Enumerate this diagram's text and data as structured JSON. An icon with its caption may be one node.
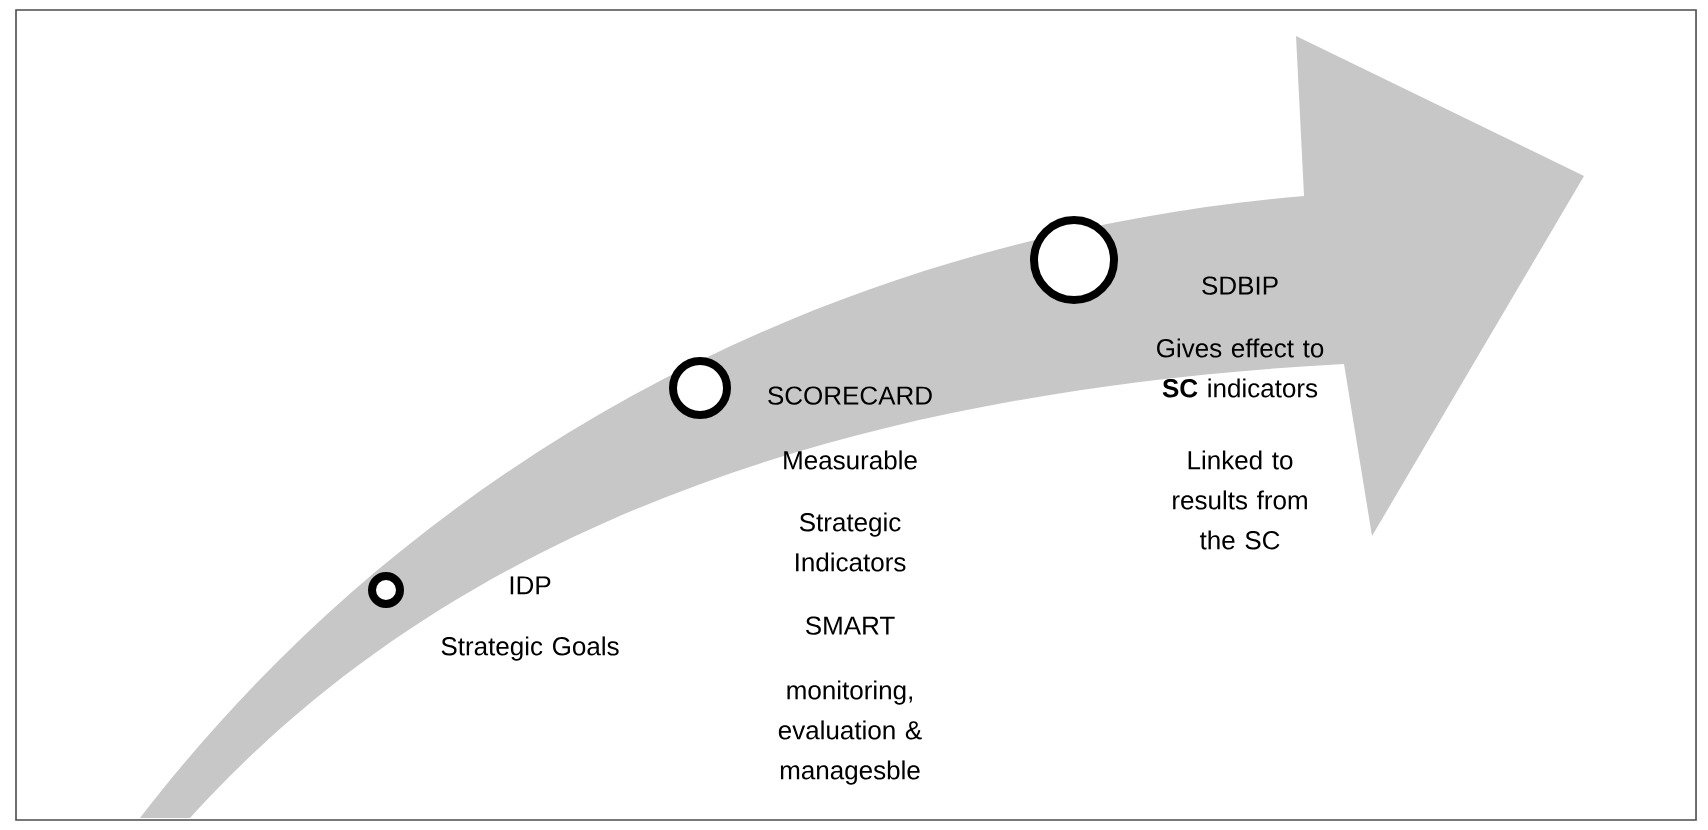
{
  "diagram": {
    "nodes": [
      {
        "text": [],
        "shape": "circle",
        "beside": [
          "IDP",
          "Strategic Goals"
        ]
      },
      {
        "text": [],
        "shape": "circle",
        "beside": [
          "SCORECARD",
          "Measurable",
          "Strategic Indicators",
          "SMART",
          "monitoring, evaluation & managesble"
        ]
      },
      {
        "text": [],
        "shape": "circle",
        "beside": [
          "SDBIP",
          "Gives effect to **SC** indicators",
          "Linked to results from the SC"
        ]
      }
    ]
  }
}
